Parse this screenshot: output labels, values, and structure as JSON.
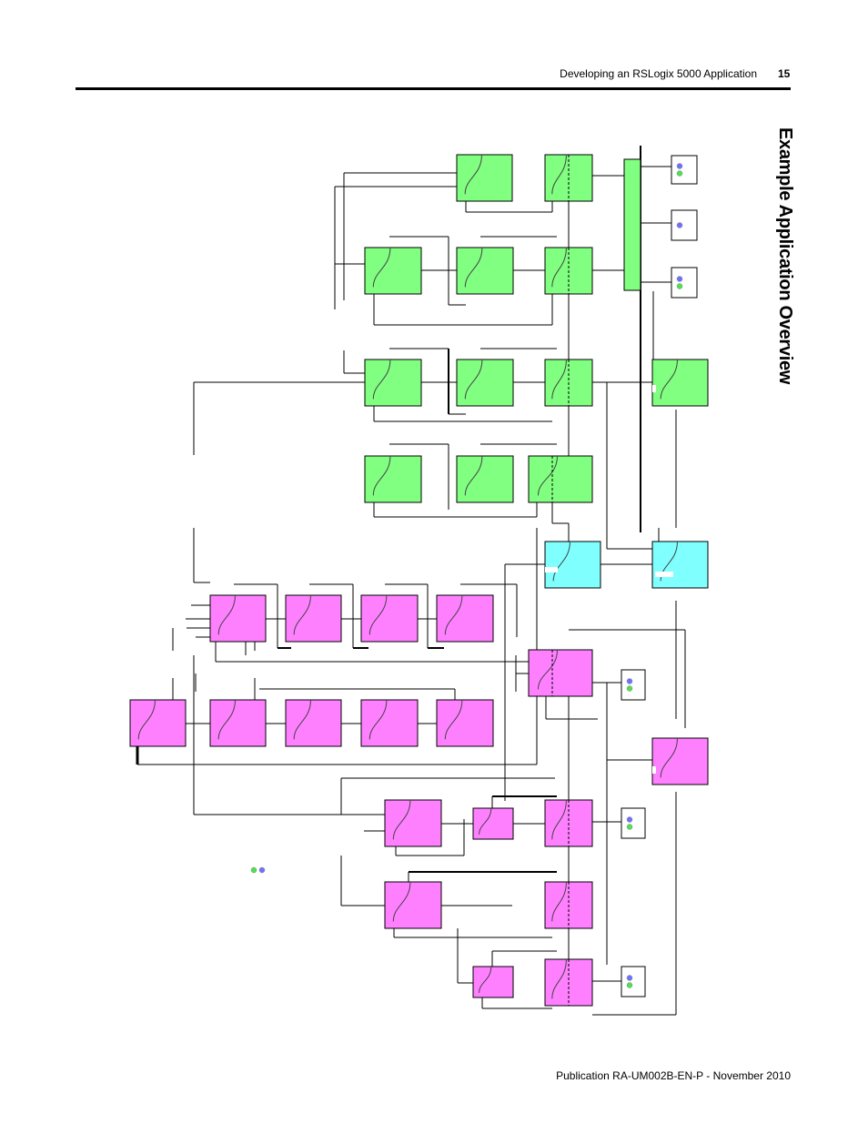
{
  "header": {
    "section": "Developing an RSLogix 5000 Application",
    "page_number": "15"
  },
  "title": "Example Application Overview",
  "footer": "Publication RA-UM002B-EN-P - November 2010",
  "colors": {
    "green": "#80ff80",
    "magenta": "#ff80ff",
    "cyan": "#80ffff",
    "dot_blue": "#7070ff",
    "dot_green": "#50e050"
  }
}
